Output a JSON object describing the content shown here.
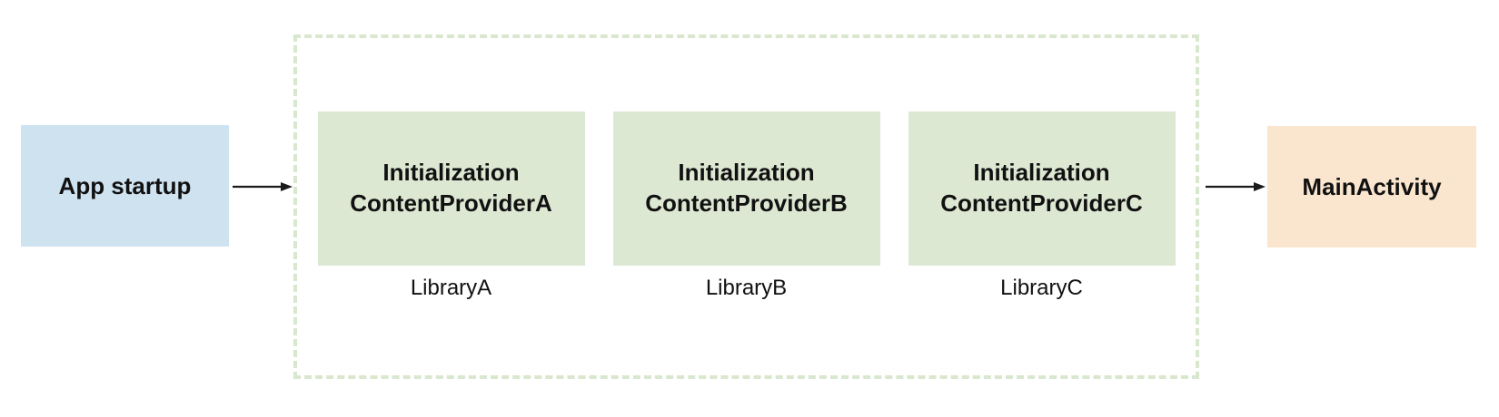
{
  "diagram": {
    "start_node": {
      "label": "App startup"
    },
    "providers_group": {
      "items": [
        {
          "line1": "Initialization",
          "line2": "ContentProviderA",
          "library": "LibraryA"
        },
        {
          "line1": "Initialization",
          "line2": "ContentProviderB",
          "library": "LibraryB"
        },
        {
          "line1": "Initialization",
          "line2": "ContentProviderC",
          "library": "LibraryC"
        }
      ]
    },
    "end_node": {
      "label": "MainActivity"
    },
    "colors": {
      "start_fill": "#cfe2f0",
      "provider_fill": "#dde8d3",
      "end_fill": "#fae5cf",
      "container_border": "#d9e7cf",
      "arrow_color": "#1a1a1a"
    }
  }
}
